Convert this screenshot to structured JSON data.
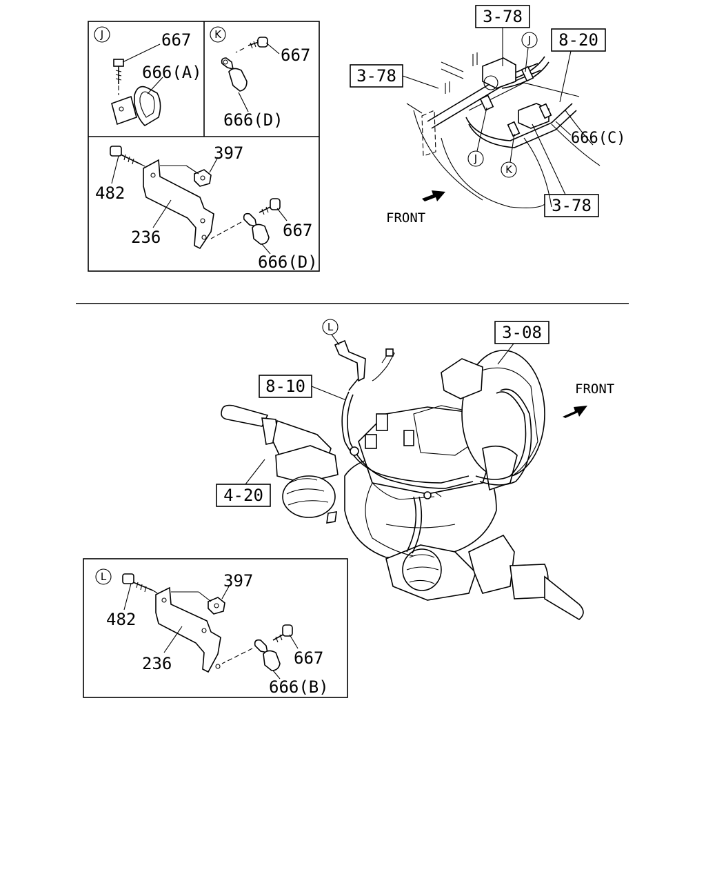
{
  "callouts": {
    "j": "J",
    "k": "K",
    "l": "L"
  },
  "box_j": {
    "p667": "667",
    "p666a": "666(A)"
  },
  "box_k": {
    "p667": "667",
    "p666d": "666(D)"
  },
  "box_bracket_top": {
    "p397": "397",
    "p482": "482",
    "p236": "236",
    "p667": "667",
    "p666d": "666(D)"
  },
  "top_right": {
    "ref_378_a": "3-78",
    "ref_378_b": "3-78",
    "ref_378_c": "3-78",
    "ref_820": "8-20",
    "p666c": "666(C)",
    "front": "FRONT"
  },
  "main": {
    "ref_308": "3-08",
    "ref_810": "8-10",
    "ref_420": "4-20",
    "front": "FRONT"
  },
  "box_bracket_bottom": {
    "p397": "397",
    "p482": "482",
    "p236": "236",
    "p667": "667",
    "p666b": "666(B)"
  }
}
